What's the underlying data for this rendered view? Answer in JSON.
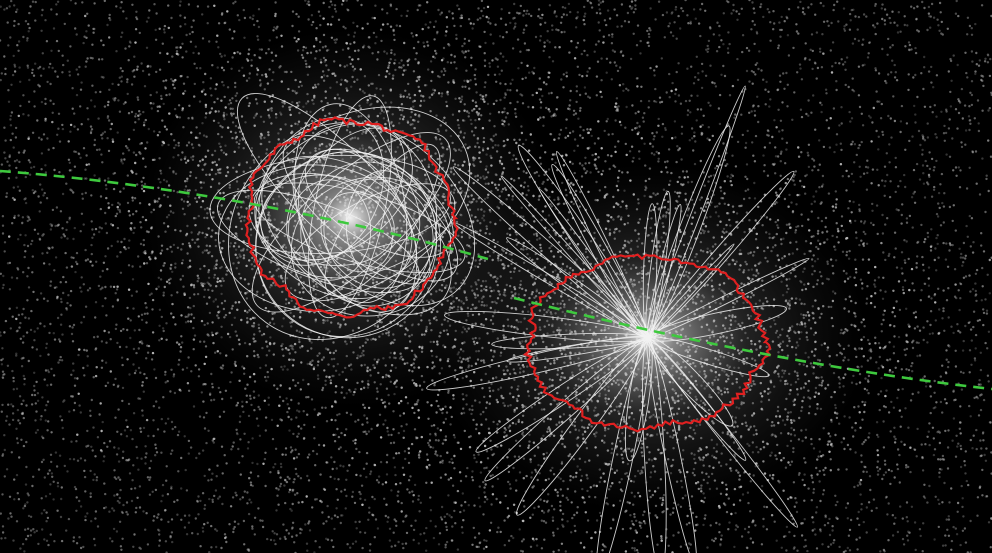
{
  "scene": {
    "background_color": "#000000",
    "particle_color": "#bdbdbd",
    "contour_color": "#e02020",
    "orbit_color": "#f2f2f2",
    "trajectory_color": "#3ec93e",
    "left_halo": {
      "description_tag": "orbit-family-circular",
      "orbit_style": "circular-loops",
      "orbit_count": 30
    },
    "right_halo": {
      "description_tag": "orbit-family-radial",
      "orbit_style": "radial-spikes",
      "orbit_count": 32
    },
    "trajectory_style": "dashed"
  }
}
